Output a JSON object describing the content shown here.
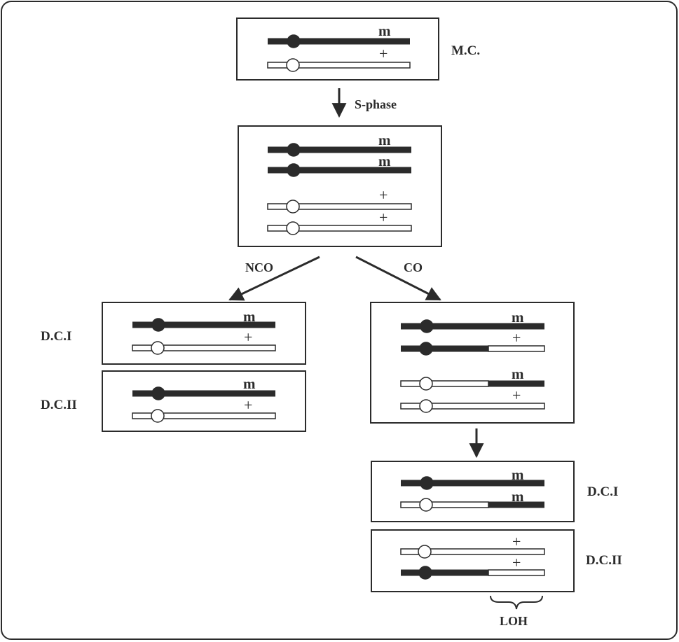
{
  "labels": {
    "mc": "M.C.",
    "s_phase": "S-phase",
    "nco": "NCO",
    "co": "CO",
    "dc1_left": "D.C.I",
    "dc2_left": "D.C.II",
    "dc1_right": "D.C.I",
    "dc2_right": "D.C.II",
    "loh": "LOH"
  },
  "alleles": {
    "mutant": "m",
    "wildtype": "+"
  },
  "colors": {
    "dark": "#2b2b2b",
    "light": "#ffffff"
  }
}
